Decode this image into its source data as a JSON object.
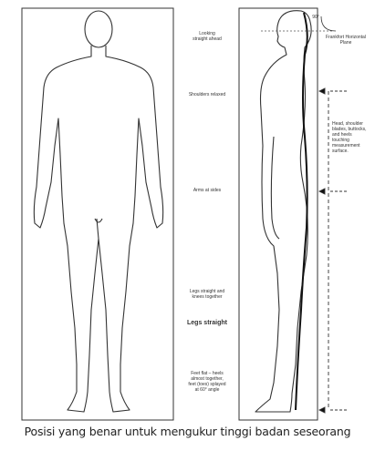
{
  "labels": {
    "looking_straight": "Looking\nstraight ahead",
    "angle": "90°",
    "frankfort": "Frankfort Horizontal\nPlane",
    "shoulders": "Shoulders relaxed",
    "head_contact": "Head, shoulder\nblades, buttocks,\nand heels\ntouching\nmeasurement\nsurface.",
    "arms": "Arms at sides",
    "legs_knees": "Legs straight and\nknees together",
    "legs_straight": "Legs straight",
    "feet": "Feet flat – heels\nalmost together,\nfeet (toes) splayed\nat 60° angle"
  },
  "caption": "Posisi yang benar untuk mengukur tinggi badan seseorang"
}
